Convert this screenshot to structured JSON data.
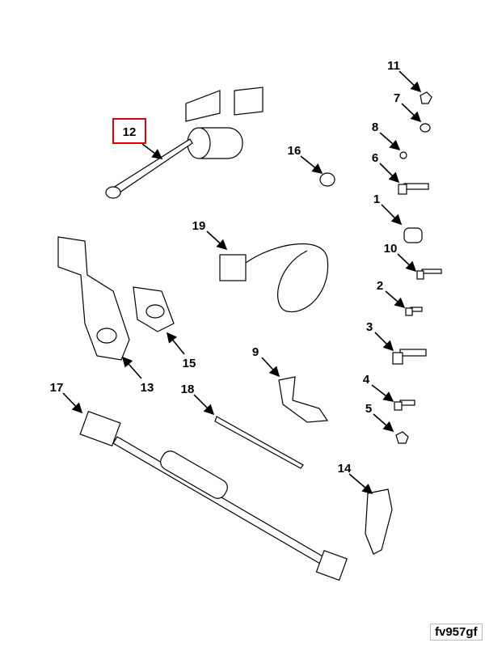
{
  "callouts": {
    "c1": "1",
    "c2": "2",
    "c3": "3",
    "c4": "4",
    "c5": "5",
    "c6": "6",
    "c7": "7",
    "c8": "8",
    "c9": "9",
    "c10": "10",
    "c11": "11",
    "c12": "12",
    "c13": "13",
    "c14": "14",
    "c15": "15",
    "c16": "16",
    "c17": "17",
    "c18": "18",
    "c19": "19"
  },
  "highlighted_callout": "12",
  "highlight_color": "#e00000",
  "figure_id": "fv957gf"
}
